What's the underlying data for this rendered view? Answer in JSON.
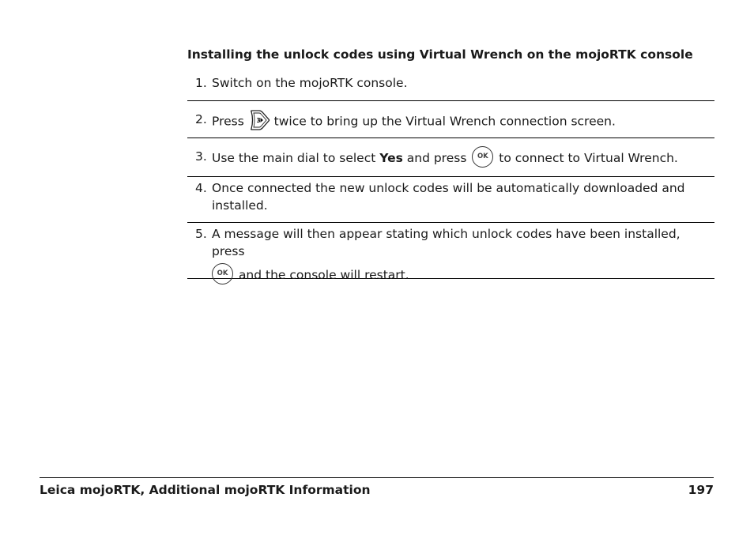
{
  "heading": "Installing the unlock codes using Virtual Wrench on the mojoRTK console",
  "steps": [
    {
      "num": "1.",
      "text": "Switch on the mojoRTK console."
    },
    {
      "num": "2.",
      "pre": "Press",
      "post": "twice to bring up the Virtual Wrench connection screen.",
      "key_icon": "keypad-3-icon",
      "key_label": "3"
    },
    {
      "num": "3.",
      "pre": "Use the main dial to select",
      "bold": "Yes",
      "mid": "and press",
      "post": "to connect to Virtual Wrench.",
      "ok_label": "OK"
    },
    {
      "num": "4.",
      "text": "Once connected the new unlock codes will be automatically downloaded and installed."
    },
    {
      "num": "5.",
      "pre": "A message will then appear stating which unlock codes have been installed, press",
      "post": "and the console will restart.",
      "ok_label": "OK"
    }
  ],
  "footer": {
    "title": "Leica mojoRTK, Additional mojoRTK Information",
    "page": "197"
  }
}
